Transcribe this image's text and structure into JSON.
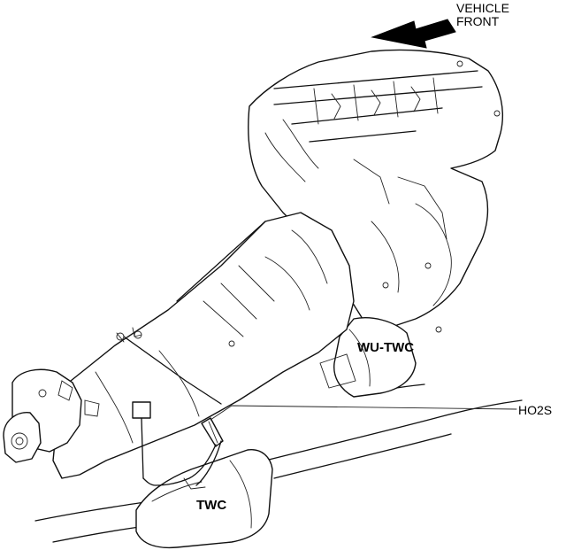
{
  "labels": {
    "vehicle_front_line1": "VEHICLE",
    "vehicle_front_line2": "FRONT",
    "ho2s": "HO2S",
    "wu_twc": "WU-TWC",
    "twc": "TWC"
  },
  "colors": {
    "ink": "#111111",
    "background": "#ffffff"
  },
  "icons": {
    "direction": "arrow-up-right-icon"
  }
}
